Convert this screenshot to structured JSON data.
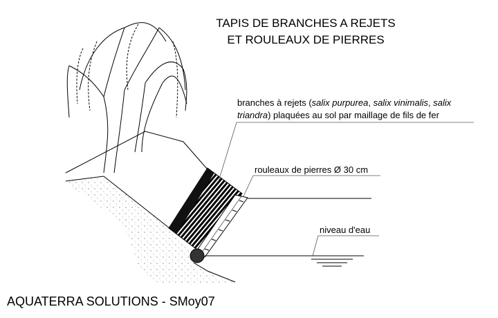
{
  "title": {
    "line1": "TAPIS DE BRANCHES A REJETS",
    "line2": "ET ROULEAUX DE PIERRES"
  },
  "labels": {
    "branches_1a": "branches à rejets (",
    "branches_1b": "salix purpurea",
    "branches_1c": ", ",
    "branches_1d": "salix vinimalis",
    "branches_1e": ", ",
    "branches_1f": "salix",
    "branches_2a": "triandra",
    "branches_2b": ") plaquées au sol par maillage de fils de fer",
    "rouleaux": "rouleaux de pierres Ø 30 cm",
    "niveau": "niveau d'eau"
  },
  "footer": "AQUATERRA SOLUTIONS - SMoy07"
}
